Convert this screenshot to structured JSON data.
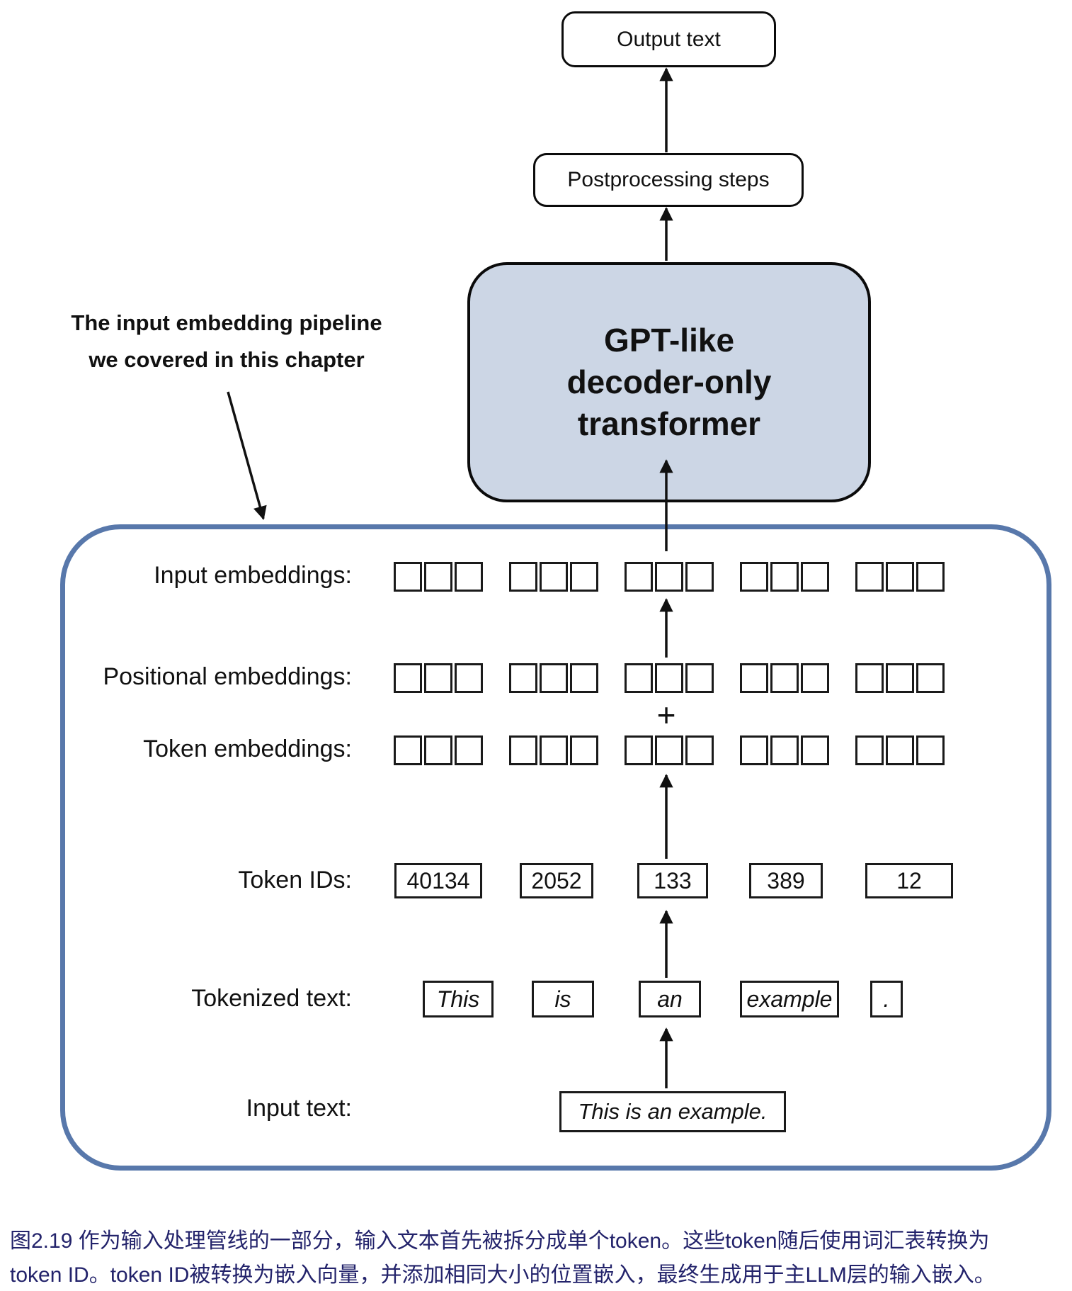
{
  "figure": {
    "top_flow": {
      "output_box": "Output text",
      "postprocessing_box": "Postprocessing steps",
      "gpt_box_lines": [
        "GPT-like",
        "decoder-only",
        "transformer"
      ]
    },
    "annotation": {
      "line1": "The input embedding pipeline",
      "line2": "we covered in this chapter"
    },
    "pipeline": {
      "row_labels": [
        "Input embeddings:",
        "Positional embeddings:",
        "Token embeddings:",
        "Token IDs:",
        "Tokenized text:",
        "Input text:"
      ],
      "plus_sign": "+",
      "token_ids": [
        "40134",
        "2052",
        "133",
        "389",
        "12"
      ],
      "tokens": [
        "This",
        "is",
        "an",
        "example",
        "."
      ],
      "input_text": "This is an example."
    },
    "caption": {
      "line1": "图2.19 作为输入处理管线的一部分，输入文本首先被拆分成单个token。这些token随后使用词汇表转换为",
      "line2": "token ID。token ID被转换为嵌入向量，并添加相同大小的位置嵌入，最终生成用于主LLM层的输入嵌入。"
    },
    "colors": {
      "container_border": "#5878ab",
      "gpt_fill": "#ccd6e5",
      "caption_text": "#23236b",
      "line": "#111111"
    }
  }
}
